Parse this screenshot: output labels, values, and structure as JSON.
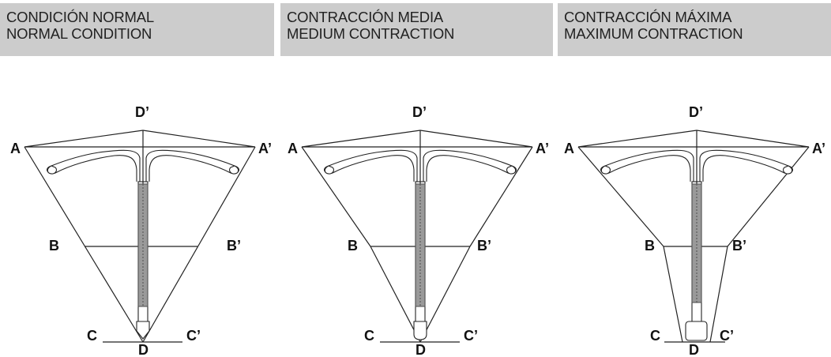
{
  "panels": [
    {
      "title_es": "CONDICIÓN NORMAL",
      "title_en": "NORMAL CONDITION",
      "labels": {
        "a": "A",
        "a_prime": "A’",
        "b": "B",
        "b_prime": "B’",
        "c": "C",
        "c_prime": "C’",
        "d": "D",
        "d_prime": "D’"
      }
    },
    {
      "title_es": "CONTRACCIÓN MEDIA",
      "title_en": "MEDIUM CONTRACTION",
      "labels": {
        "a": "A",
        "a_prime": "A’",
        "b": "B",
        "b_prime": "B’",
        "c": "C",
        "c_prime": "C’",
        "d": "D",
        "d_prime": "D’"
      }
    },
    {
      "title_es": "CONTRACCIÓN MÁXIMA",
      "title_en": "MAXIMUM CONTRACTION",
      "labels": {
        "a": "A",
        "a_prime": "A’",
        "b": "B",
        "b_prime": "B’",
        "c": "C",
        "c_prime": "C’",
        "d": "D",
        "d_prime": "D’"
      }
    }
  ],
  "colors": {
    "header_bg": "#cccccc",
    "header_text": "#222222",
    "line": "#222222",
    "spring_fill": "#9a9a9a"
  }
}
